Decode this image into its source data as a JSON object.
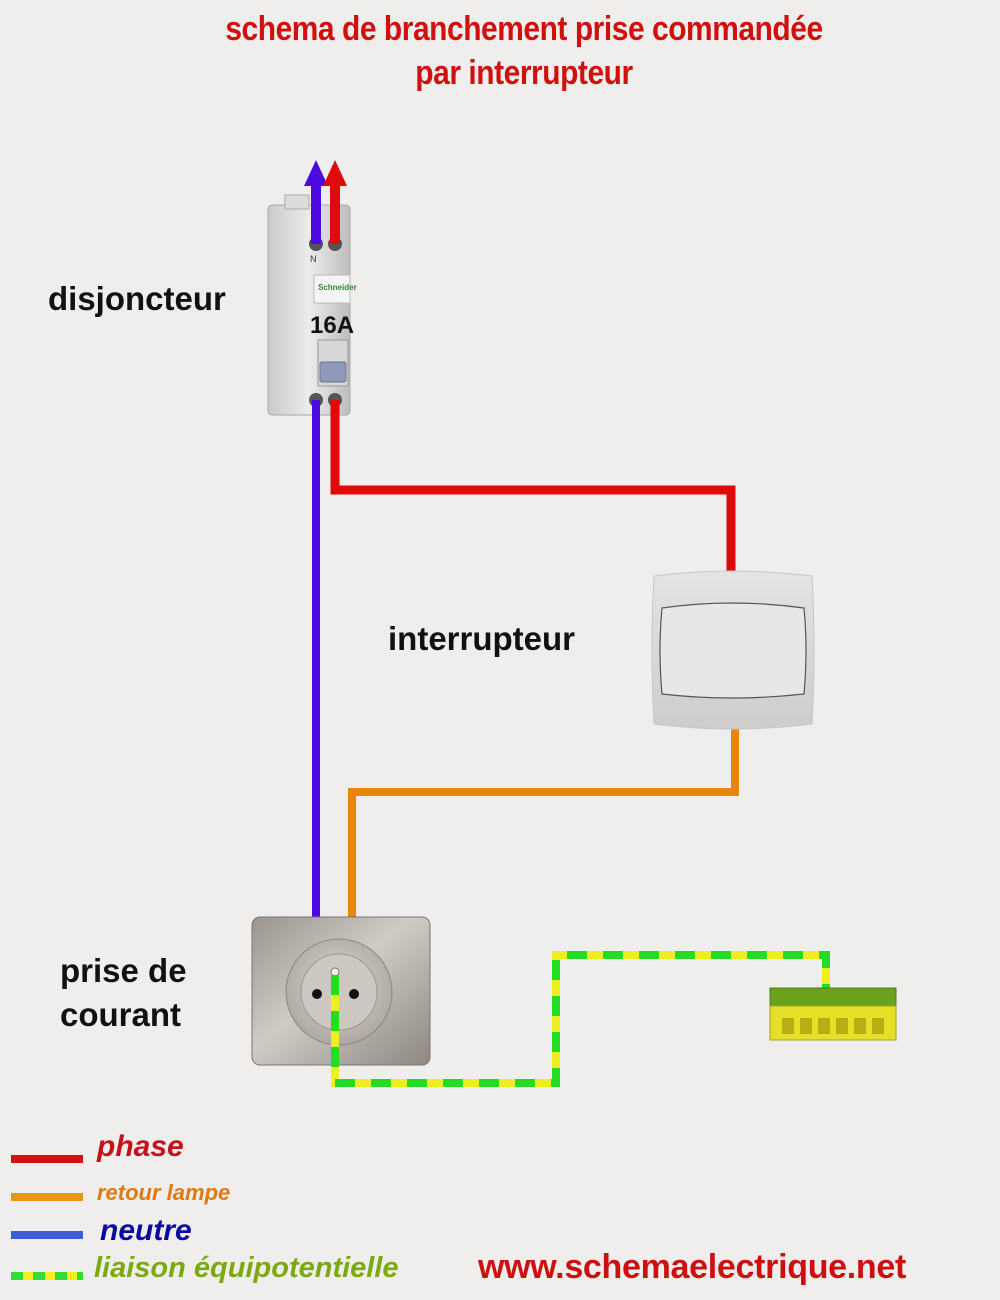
{
  "title": {
    "line1": "schema de branchement prise commandée",
    "line2": "par interrupteur"
  },
  "components": {
    "breaker": {
      "label": "disjoncteur",
      "rating": "16A",
      "brand": "Schneider",
      "terminal_label": "N"
    },
    "switch": {
      "label": "interrupteur"
    },
    "outlet": {
      "label_line1": "prise de",
      "label_line2": "courant"
    },
    "ground_bar": {
      "label": ""
    }
  },
  "legend": [
    {
      "label": "phase",
      "color": "#d40f0f",
      "style": "solid"
    },
    {
      "label": "retour lampe",
      "color": "#e8961a",
      "style": "solid"
    },
    {
      "label": "neutre",
      "color": "#3a5fd8",
      "style": "solid"
    },
    {
      "label": "liaison équipotentielle",
      "color": "#33dd33",
      "color2": "#f2f01e",
      "style": "dashed"
    }
  ],
  "legend_text_colors": {
    "phase": "#c8101a",
    "retour lampe": "#e07a10",
    "neutre": "#0a0aa0",
    "liaison équipotentielle": "#7aaa10"
  },
  "wire_colors": {
    "phase": "#e00a0a",
    "neutre": "#4b0ae0",
    "retour": "#e8860c",
    "earth_green": "#22dd22",
    "earth_yellow": "#eeee22"
  },
  "website": "www.schemaelectrique.net"
}
